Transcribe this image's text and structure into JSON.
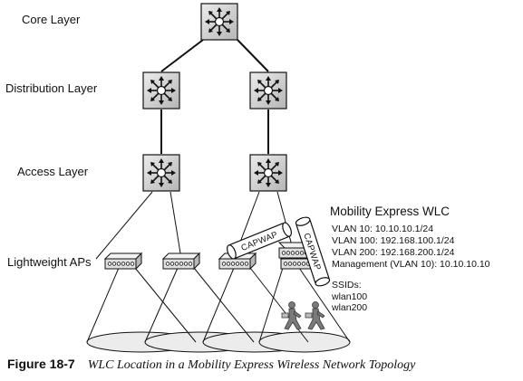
{
  "layers": {
    "core": "Core Layer",
    "distribution": "Distribution Layer",
    "access": "Access Layer",
    "aps": "Lightweight APs"
  },
  "wlc": {
    "title": "Mobility Express WLC",
    "lines": [
      "VLAN 10: 10.10.10.1/24",
      "VLAN 100: 192.168.100.1/24",
      "VLAN 200: 192.168.200.1/24",
      "Management (VLAN 10): 10.10.10.10"
    ],
    "ssids_label": "SSIDs:",
    "ssids": [
      "wlan100",
      "wlan200"
    ]
  },
  "tunnels": [
    "CAPWAP",
    "CAPWAP"
  ],
  "caption": {
    "figure": "Figure 18-7",
    "title": "WLC Location in a Mobility Express Wireless Network Topology"
  },
  "icons": {
    "switch": "multilayer-switch-icon",
    "access_point": "access-point-icon",
    "user": "wireless-user-icon"
  },
  "colors": {
    "switch_fill": "#d4d4d4",
    "ap_fill": "#e0e0e0",
    "coverage_fill": "#ececec"
  }
}
